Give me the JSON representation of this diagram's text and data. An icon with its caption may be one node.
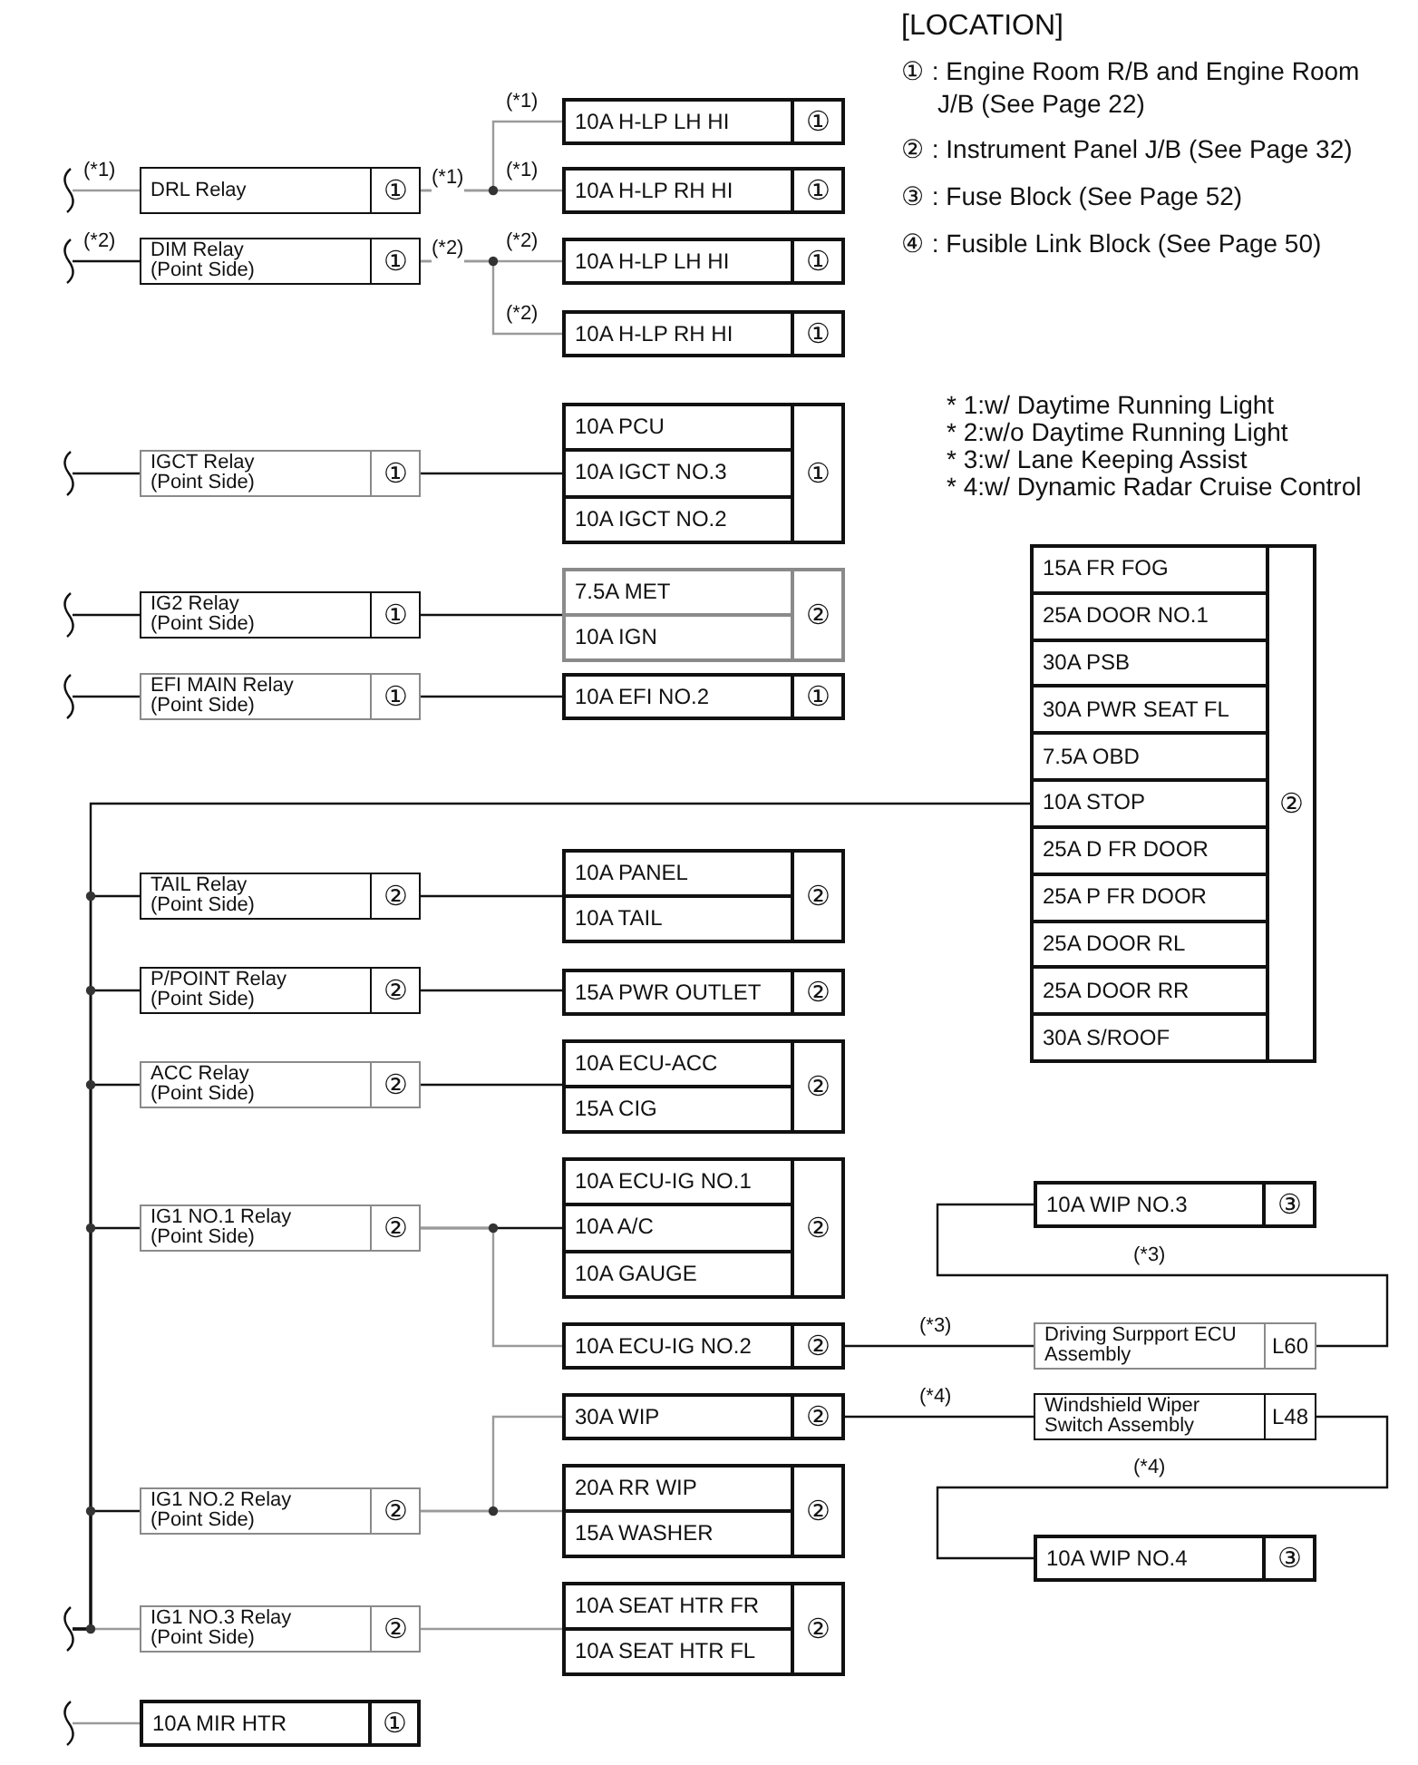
{
  "diagram": {
    "nodes": [
      {
        "text": [
          "DRL Relay",
          "①"
        ]
      },
      {
        "text": [
          "10A H-LP LH HI",
          "①"
        ]
      },
      {
        "text": [
          "10A H-LP RH HI",
          "①"
        ]
      },
      {
        "text": [
          "DIM Relay (Point Side)",
          "①"
        ]
      },
      {
        "text": [
          "10A H-LP LH HI",
          "①"
        ]
      },
      {
        "text": [
          "10A H-LP RH HI",
          "①"
        ]
      },
      {
        "text": [
          "IGCT Relay (Point Side)",
          "①"
        ]
      },
      {
        "text": [
          "10A PCU",
          "10A IGCT NO.3",
          "10A IGCT NO.2",
          "①"
        ]
      },
      {
        "text": [
          "IG2 Relay (Point Side)",
          "①"
        ]
      },
      {
        "text": [
          "7.5A MET",
          "10A IGN",
          "②"
        ]
      },
      {
        "text": [
          "EFI MAIN Relay (Point Side)",
          "①"
        ]
      },
      {
        "text": [
          "10A EFI NO.2",
          "①"
        ]
      },
      {
        "text": [
          "15A FR FOG",
          "25A DOOR NO.1",
          "30A PSB",
          "30A PWR SEAT FL",
          "7.5A OBD",
          "10A STOP",
          "25A D FR DOOR",
          "25A P FR DOOR",
          "25A DOOR RL",
          "25A DOOR RR",
          "30A S/ROOF",
          "②"
        ]
      },
      {
        "text": [
          "TAIL Relay (Point Side)",
          "②"
        ]
      },
      {
        "text": [
          "10A PANEL",
          "10A TAIL",
          "②"
        ]
      },
      {
        "text": [
          "P/POINT Relay (Point Side)",
          "②"
        ]
      },
      {
        "text": [
          "15A PWR OUTLET",
          "②"
        ]
      },
      {
        "text": [
          "ACC Relay (Point Side)",
          "②"
        ]
      },
      {
        "text": [
          "10A ECU-ACC",
          "15A CIG",
          "②"
        ]
      },
      {
        "text": [
          "10A WIP NO.3",
          "③"
        ]
      },
      {
        "text": [
          "IG1 NO.1 Relay (Point Side)",
          "②"
        ]
      },
      {
        "text": [
          "10A ECU-IG NO.1",
          "10A A/C",
          "10A GAUGE",
          "②"
        ]
      },
      {
        "text": [
          "10A ECU-IG NO.2",
          "②"
        ]
      },
      {
        "text": [
          "Driving Surpport ECU Assembly",
          "L60"
        ]
      },
      {
        "text": [
          "30A WIP",
          "②"
        ]
      },
      {
        "text": [
          "Windshield Wiper Switch Assembly",
          "L48"
        ]
      },
      {
        "text": [
          "IG1 NO.2 Relay (Point Side)",
          "②"
        ]
      },
      {
        "text": [
          "20A RR WIP",
          "15A WASHER",
          "②"
        ]
      },
      {
        "text": [
          "10A WIP NO.4",
          "③"
        ]
      },
      {
        "text": [
          "IG1 NO.3 Relay (Point Side)",
          "②"
        ]
      },
      {
        "text": [
          "10A SEAT HTR FR",
          "10A SEAT HTR FL",
          "②"
        ]
      },
      {
        "text": [
          "10A MIR HTR",
          "①"
        ]
      }
    ],
    "edges": [
      {
        "from": null,
        "to": 0,
        "arrow": "none",
        "label": "(*1)",
        "color": "#9a9a9a"
      },
      {
        "from": 0,
        "to": 1,
        "arrow": "none",
        "label": "(*1)",
        "color": "#9a9a9a"
      },
      {
        "from": 0,
        "to": 2,
        "arrow": "none",
        "label": "(*1)",
        "color": "#9a9a9a"
      },
      {
        "from": null,
        "to": 3,
        "arrow": "none",
        "label": "(*2)"
      },
      {
        "from": 3,
        "to": 4,
        "arrow": "none",
        "label": "(*2)",
        "color": "#9a9a9a"
      },
      {
        "from": 3,
        "to": 5,
        "arrow": "none",
        "label": "(*2)",
        "color": "#9a9a9a"
      },
      {
        "from": null,
        "to": 6,
        "arrow": "none"
      },
      {
        "from": 6,
        "to": 7,
        "arrow": "none"
      },
      {
        "from": null,
        "to": 8,
        "arrow": "none"
      },
      {
        "from": 8,
        "to": 9,
        "arrow": "none"
      },
      {
        "from": null,
        "to": 10,
        "arrow": "none"
      },
      {
        "from": 10,
        "to": 11,
        "arrow": "none"
      },
      {
        "from": null,
        "to": 29,
        "arrow": "none",
        "color": "#9a9a9a"
      },
      {
        "from": null,
        "to": 12,
        "arrow": "none"
      },
      {
        "from": null,
        "to": 13,
        "arrow": "none"
      },
      {
        "from": null,
        "to": 15,
        "arrow": "none"
      },
      {
        "from": null,
        "to": 17,
        "arrow": "none"
      },
      {
        "from": null,
        "to": 20,
        "arrow": "none"
      },
      {
        "from": null,
        "to": 26,
        "arrow": "none"
      },
      {
        "from": 13,
        "to": 14,
        "arrow": "none"
      },
      {
        "from": 15,
        "to": 16,
        "arrow": "none"
      },
      {
        "from": 17,
        "to": 18,
        "arrow": "none"
      },
      {
        "from": 20,
        "to": 21,
        "arrow": "none"
      },
      {
        "from": 20,
        "to": 22,
        "arrow": "none",
        "color": "#9a9a9a"
      },
      {
        "from": 22,
        "to": 23,
        "arrow": "none",
        "label": "(*3)"
      },
      {
        "from": 19,
        "to": 23,
        "arrow": "none",
        "label": "(*3)"
      },
      {
        "from": 26,
        "to": 27,
        "arrow": "none",
        "color": "#9a9a9a"
      },
      {
        "from": 26,
        "to": 24,
        "arrow": "none",
        "color": "#9a9a9a"
      },
      {
        "from": 24,
        "to": 25,
        "arrow": "none",
        "label": "(*4)"
      },
      {
        "from": 25,
        "to": 28,
        "arrow": "none",
        "label": "(*4)"
      },
      {
        "from": 29,
        "to": 30,
        "arrow": "none",
        "color": "#9a9a9a"
      },
      {
        "from": null,
        "to": 31,
        "arrow": "none",
        "color": "#9a9a9a"
      }
    ],
    "labels": [
      "(*1)",
      "(*2)",
      "[LOCATION]",
      "① : Engine Room R/B and Engine Room J/B (See Page 22)",
      "② : Instrument Panel J/B (See Page 32)",
      "③ : Fuse Block (See Page 52)",
      "④ : Fusible Link Block (See Page 50)",
      "* 1:w/ Daytime Running Light",
      "* 2:w/o Daytime Running Light",
      "* 3:w/ Lane Keeping Assist",
      "* 4:w/ Dynamic Radar Cruise Control"
    ]
  }
}
